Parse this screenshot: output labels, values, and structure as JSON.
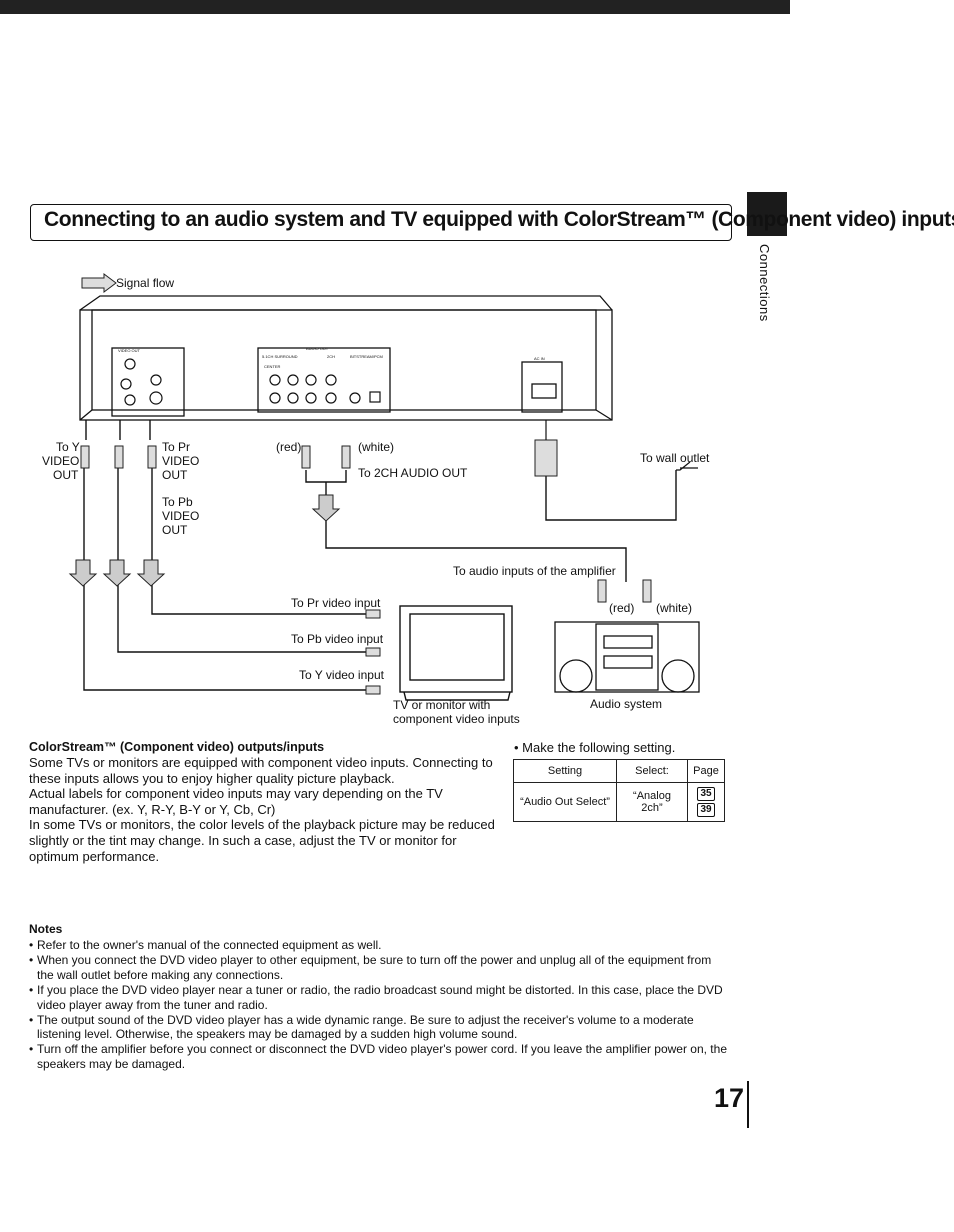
{
  "header": {
    "title": "Connecting to an audio system and TV equipped with ColorStream™ (Component video) inputs"
  },
  "side_tab": {
    "label": "Connections"
  },
  "diagram": {
    "legend": "Signal flow",
    "labels": {
      "to_y": "To Y",
      "video_out_a": "VIDEO",
      "out_a": "OUT",
      "to_pr": "To Pr",
      "video_out_b": "VIDEO",
      "out_b": "OUT",
      "to_pb": "To Pb",
      "video_out_c": "VIDEO",
      "out_c": "OUT",
      "red": "(red)",
      "white": "(white)",
      "to_2ch": "To 2CH AUDIO OUT",
      "to_wall": "To wall outlet",
      "to_audio_inputs": "To audio inputs of the amplifier",
      "red2": "(red)",
      "white2": "(white)",
      "to_pr_input": "To Pr video input",
      "to_pb_input": "To Pb video input",
      "to_y_input": "To Y video input",
      "tv_caption_1": "TV or monitor with",
      "tv_caption_2": "component video inputs",
      "audio_caption": "Audio system"
    },
    "panel_labels": {
      "video_out": "VIDEO OUT",
      "audio_out": "AUDIO OUT",
      "surround": "5.1CH SURROUND",
      "ch2": "2CH",
      "bitstream": "BITSTREAM/PCM",
      "center": "CENTER",
      "ac_in": "AC IN"
    }
  },
  "colorstream": {
    "heading": "ColorStream™ (Component video) outputs/inputs",
    "p1": "Some TVs or monitors are equipped with component video inputs. Connecting to these inputs allows you to enjoy higher quality picture playback.",
    "p2": "Actual labels for component video inputs may vary depending on the TV manufacturer. (ex. Y, R-Y, B-Y or Y, Cb, Cr)",
    "p3": "In some TVs or monitors, the color levels of the playback picture may be reduced slightly or the tint may change. In such a case, adjust the TV or monitor for optimum performance."
  },
  "setting": {
    "intro": "• Make the following setting.",
    "headers": [
      "Setting",
      "Select:",
      "Page"
    ],
    "row": [
      "“Audio Out Select”",
      "“Analog 2ch”"
    ],
    "pages": [
      "35",
      "39"
    ]
  },
  "notes": {
    "heading": "Notes",
    "items": [
      "Refer to the owner's manual of the connected equipment as well.",
      "When you connect the DVD video player to other equipment, be sure to turn off the power and unplug all of the equipment from the wall outlet before making any connections.",
      "If you place the DVD video player near a tuner or radio, the radio broadcast sound might be distorted. In this case, place the DVD video player away from the tuner and radio.",
      "The output sound of the DVD video player has a wide dynamic range. Be sure to adjust the receiver's volume to a moderate listening level. Otherwise, the speakers may be damaged by a sudden high volume sound.",
      "Turn off the amplifier before you connect or disconnect the DVD video player's power cord. If you leave the amplifier power on, the speakers may be damaged."
    ]
  },
  "page_number": "17"
}
